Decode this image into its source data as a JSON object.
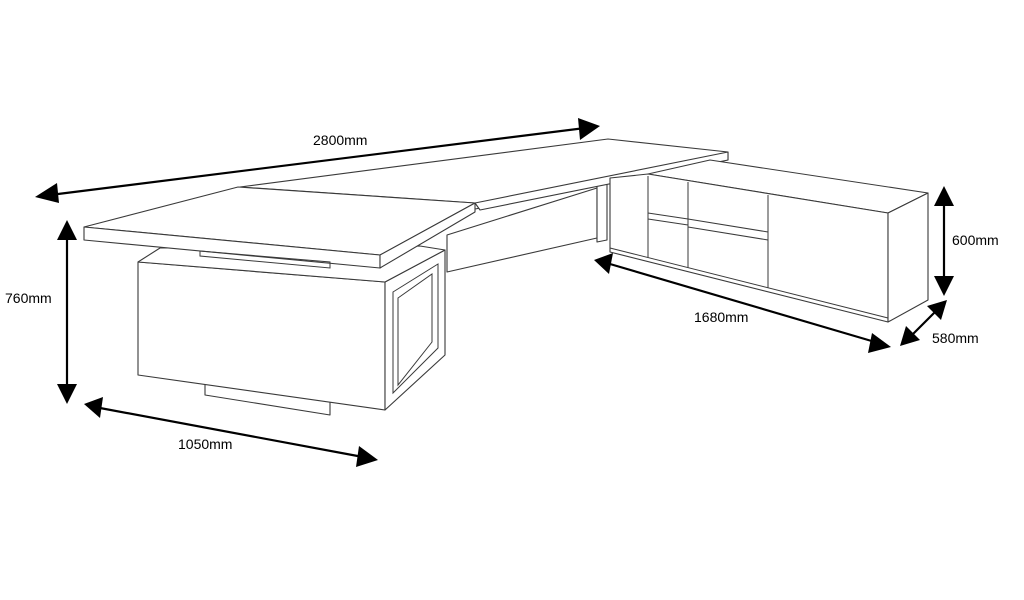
{
  "dimensions": {
    "total_length": "2800mm",
    "height": "760mm",
    "return_width": "1050mm",
    "cabinet_length": "1680mm",
    "cabinet_height": "600mm",
    "cabinet_depth": "580mm"
  },
  "colors": {
    "outline": "#3a3a3a",
    "arrow": "#000000",
    "background": "#ffffff"
  }
}
